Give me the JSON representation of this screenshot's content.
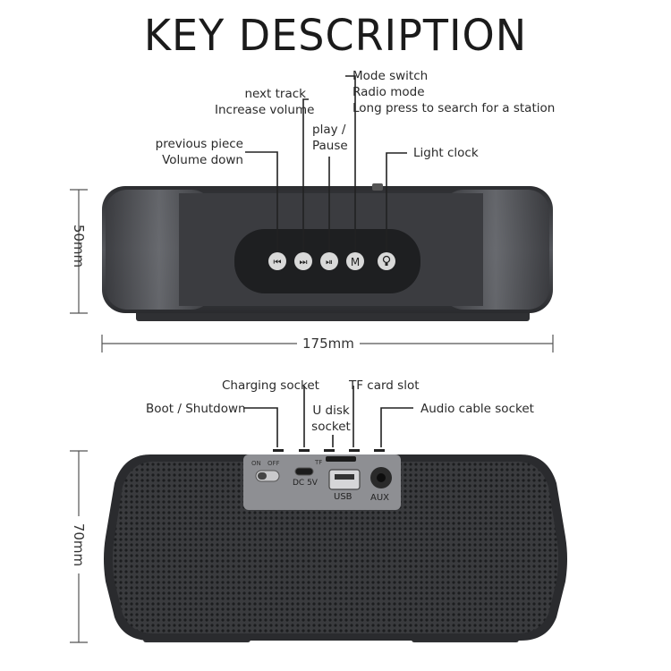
{
  "title": "KEY DESCRIPTION",
  "top_view": {
    "labels": {
      "next_track": [
        "next track",
        "Increase volume"
      ],
      "play_pause": [
        "play /",
        "Pause"
      ],
      "previous": [
        "previous piece",
        "Volume down"
      ],
      "mode": [
        "Mode switch",
        "Radio mode",
        "Long press to search for a station"
      ],
      "light_clock": "Light clock"
    },
    "button_glyphs": [
      "⏮",
      "⏭",
      "⏯",
      "M",
      "💡"
    ],
    "height_dim": "50mm",
    "width_dim": "175mm"
  },
  "front_view": {
    "labels": {
      "charging": "Charging socket",
      "tf_card": "TF card slot",
      "boot": "Boot / Shutdown",
      "u_disk": [
        "U disk",
        "socket"
      ],
      "audio": "Audio cable socket"
    },
    "panel_text": {
      "on": "ON",
      "off": "OFF",
      "dc": "DC 5V",
      "usb": "USB",
      "aux": "AUX",
      "tf": "TF"
    },
    "height_dim": "70mm"
  },
  "colors": {
    "body": "#3c3d40",
    "panel": "#8e8f93",
    "line": "#222222"
  }
}
